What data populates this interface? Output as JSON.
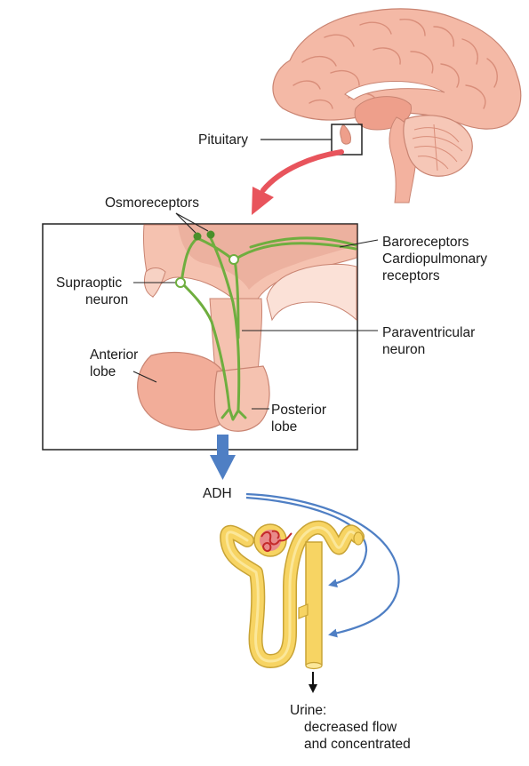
{
  "labels": {
    "pituitary": "Pituitary",
    "osmoreceptors": "Osmoreceptors",
    "baroreceptors": [
      "Baroreceptors",
      "Cardiopulmonary",
      "receptors"
    ],
    "supraoptic": [
      "Supraoptic",
      "neuron"
    ],
    "paraventricular": [
      "Paraventricular",
      "neuron"
    ],
    "anterior": [
      "Anterior",
      "lobe"
    ],
    "posterior": [
      "Posterior",
      "lobe"
    ],
    "adh": "ADH",
    "urine": [
      "Urine:",
      "decreased flow",
      "and concentrated"
    ]
  },
  "colors": {
    "brain": "#f4b9a6",
    "brain_dark": "#e99a85",
    "nerve": "#6fae3f",
    "kidney_tube": "#f7d463",
    "glomerulus": "#d23a3a",
    "arrow_red": "#e8545c",
    "arrow_blue": "#4f7fc4"
  }
}
